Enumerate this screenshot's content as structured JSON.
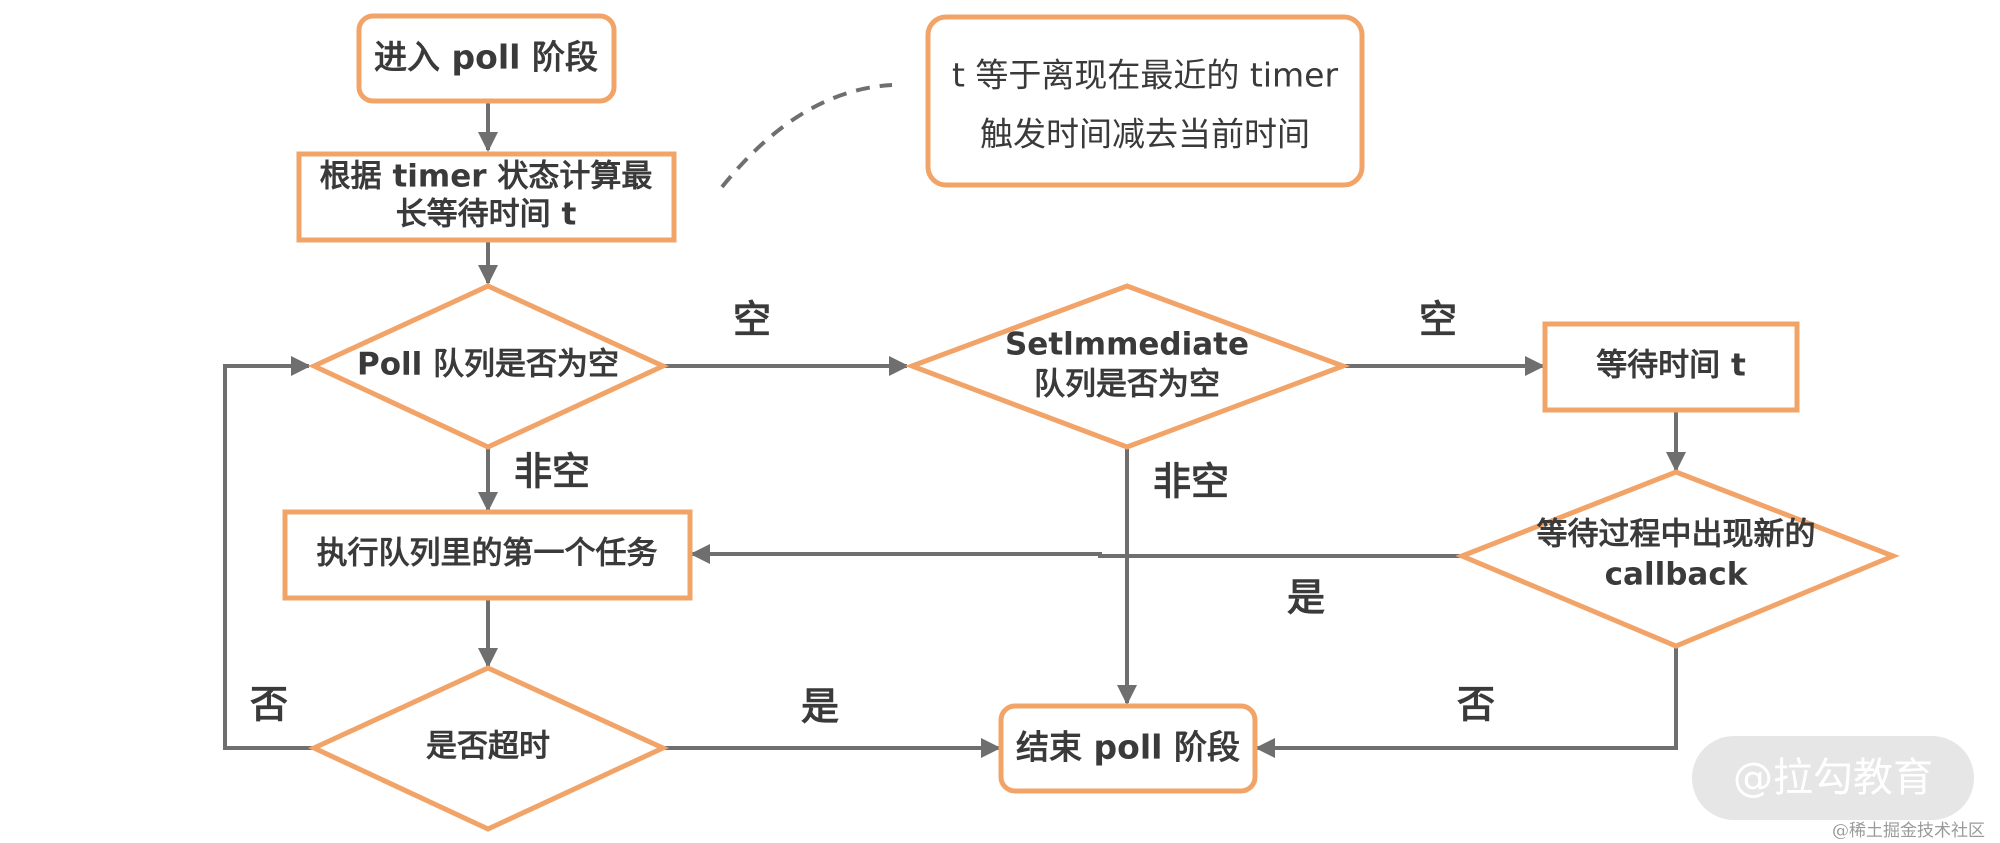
{
  "nodes": {
    "enter_poll": "进入 poll 阶段",
    "calc_wait_line1": "根据 timer 状态计算最",
    "calc_wait_line2": "长等待时间 t",
    "poll_empty": "Poll 队列是否为空",
    "setimmediate_line1": "Setlmmediate",
    "setimmediate_line2": "队列是否为空",
    "wait_t": "等待时间 t",
    "exec_first": "执行队列里的第一个任务",
    "new_callback_line1": "等待过程中出现新的",
    "new_callback_line2": "callback",
    "timeout": "是否超时",
    "end_poll": "结束 poll 阶段"
  },
  "note": {
    "line1": "t 等于离现在最近的 timer",
    "line2": "触发时间减去当前时间"
  },
  "edge_labels": {
    "poll_to_setimmediate": "空",
    "setimmediate_to_wait": "空",
    "poll_nonempty": "非空",
    "setimmediate_nonempty": "非空",
    "callback_yes": "是",
    "timeout_yes": "是",
    "timeout_no": "否",
    "callback_no": "否"
  },
  "watermark": {
    "main": "@拉勾教育",
    "credit": "@稀土掘金技术社区"
  },
  "colors": {
    "node_border": "#f2a468",
    "edge": "#6f6f6f",
    "text": "#3a3a3a"
  }
}
